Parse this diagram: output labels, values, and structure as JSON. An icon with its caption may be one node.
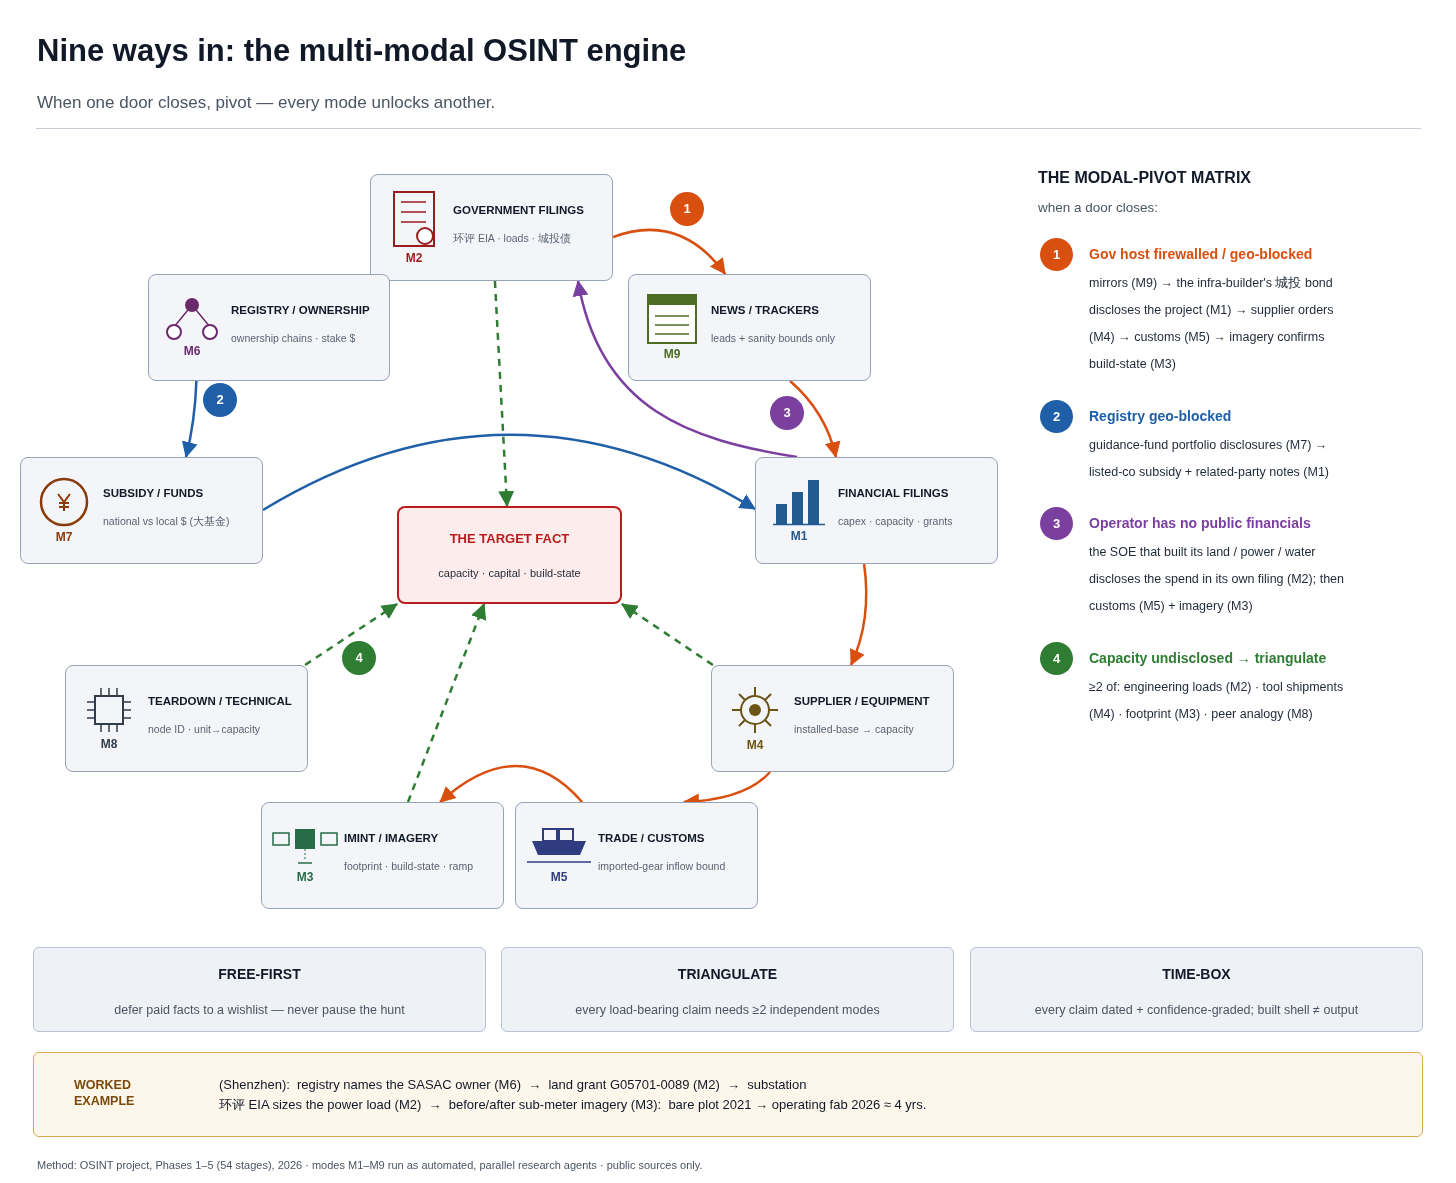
{
  "diagram": {
    "title": "Nine ways in: the multi-modal OSINT engine",
    "nodes": [
      {
        "text": [
          "M2",
          "GOVERNMENT FILINGS",
          "环评 EIA · loads · 城投债"
        ]
      },
      {
        "text": [
          "M6",
          "REGISTRY / OWNERSHIP",
          "ownership chains · stake $"
        ]
      },
      {
        "text": [
          "M9",
          "NEWS / TRACKERS",
          "leads + sanity bounds only"
        ]
      },
      {
        "text": [
          "M7",
          "SUBSIDY / FUNDS",
          "national vs local $ (大基金)"
        ]
      },
      {
        "text": [
          "THE TARGET FACT",
          "capacity · capital · build-state"
        ]
      },
      {
        "text": [
          "M1",
          "FINANCIAL FILINGS",
          "capex · capacity · grants"
        ]
      },
      {
        "text": [
          "M8",
          "TEARDOWN / TECHNICAL",
          "node ID · unit→capacity"
        ]
      },
      {
        "text": [
          "M4",
          "SUPPLIER / EQUIPMENT",
          "installed-base → capacity"
        ]
      },
      {
        "text": [
          "M3",
          "IMINT / IMAGERY",
          "footprint · build-state · ramp"
        ]
      },
      {
        "text": [
          "M5",
          "TRADE / CUSTOMS",
          "imported-gear inflow bound"
        ]
      },
      {
        "text": [
          "1"
        ],
        "beside": [
          "Gov host firewalled / geo-blocked",
          "mirrors (M9) → the infra-builder's 城投 bond discloses the project (M1) → supplier orders (M4) → customs (M5) → imagery confirms build-state (M3)"
        ]
      },
      {
        "text": [
          "2"
        ],
        "beside": [
          "Registry geo-blocked",
          "guidance-fund portfolio disclosures (M7) → listed-co subsidy + related-party notes (M1)"
        ]
      },
      {
        "text": [
          "3"
        ],
        "beside": [
          "Operator has no public financials",
          "the SOE that built its land / power / water discloses the spend in its own filing (M2); then customs (M5) + imagery (M3)"
        ]
      },
      {
        "text": [
          "4"
        ],
        "beside": [
          "Capacity undisclosed → triangulate",
          "≥2 of: engineering loads (M2) · tool shipments (M4) · footprint (M3) · peer analogy (M8)"
        ]
      },
      {
        "text": [
          "FREE-FIRST",
          "defer paid facts to a wishlist — never pause the hunt"
        ]
      },
      {
        "text": [
          "TRIANGULATE",
          "every load-bearing claim needs ≥2 independent modes"
        ]
      },
      {
        "text": [
          "TIME-BOX",
          "every claim dated + confidence-graded; built shell ≠ output"
        ]
      },
      {
        "text": [
          "WORKED EXAMPLE",
          "(Shenzhen):  registry names the SASAC owner (M6)  →  land grant G05701-0089 (M2)  →  substation",
          "环评 EIA sizes the power load (M2)  →  before/after sub-meter imagery (M3):  bare plot 2021 → operating fab 2026 ≈ 4 yrs."
        ]
      },
      {
        "text": [
          "1"
        ]
      },
      {
        "text": [
          "2"
        ]
      },
      {
        "text": [
          "3"
        ]
      },
      {
        "text": [
          "4"
        ]
      }
    ],
    "edges": [
      {
        "from": 0,
        "to": 2,
        "arrow": "to"
      },
      {
        "from": 2,
        "to": 5,
        "arrow": "to"
      },
      {
        "from": 5,
        "to": 0,
        "arrow": "to",
        "color": "#7b3fa0"
      },
      {
        "from": 5,
        "to": 7,
        "arrow": "to"
      },
      {
        "from": 7,
        "to": 9,
        "arrow": "to"
      },
      {
        "from": 9,
        "to": 8,
        "arrow": "to"
      },
      {
        "from": 1,
        "to": 3,
        "arrow": "to",
        "color": "#1f5fa8"
      },
      {
        "from": 3,
        "to": 5,
        "arrow": "to",
        "color": "#1f5fa8"
      },
      {
        "from": 0,
        "to": 4,
        "arrow": "to",
        "style": "dashed",
        "color": "#2e7d32"
      },
      {
        "from": 6,
        "to": 4,
        "arrow": "to",
        "style": "dashed",
        "color": "#2e7d32"
      },
      {
        "from": 8,
        "to": 4,
        "arrow": "to",
        "style": "dashed",
        "color": "#2e7d32"
      },
      {
        "from": 7,
        "to": 4,
        "arrow": "to",
        "style": "dashed",
        "color": "#2e7d32"
      }
    ],
    "labels": [
      "When one door closes, pivot — every mode unlocks another.",
      "THE MODAL-PIVOT MATRIX",
      "when a door closes:",
      "Method: OSINT project, Phases 1–5 (54 stages), 2026 · modes M1–M9 run as automated, parallel research agents · public sources only."
    ]
  }
}
